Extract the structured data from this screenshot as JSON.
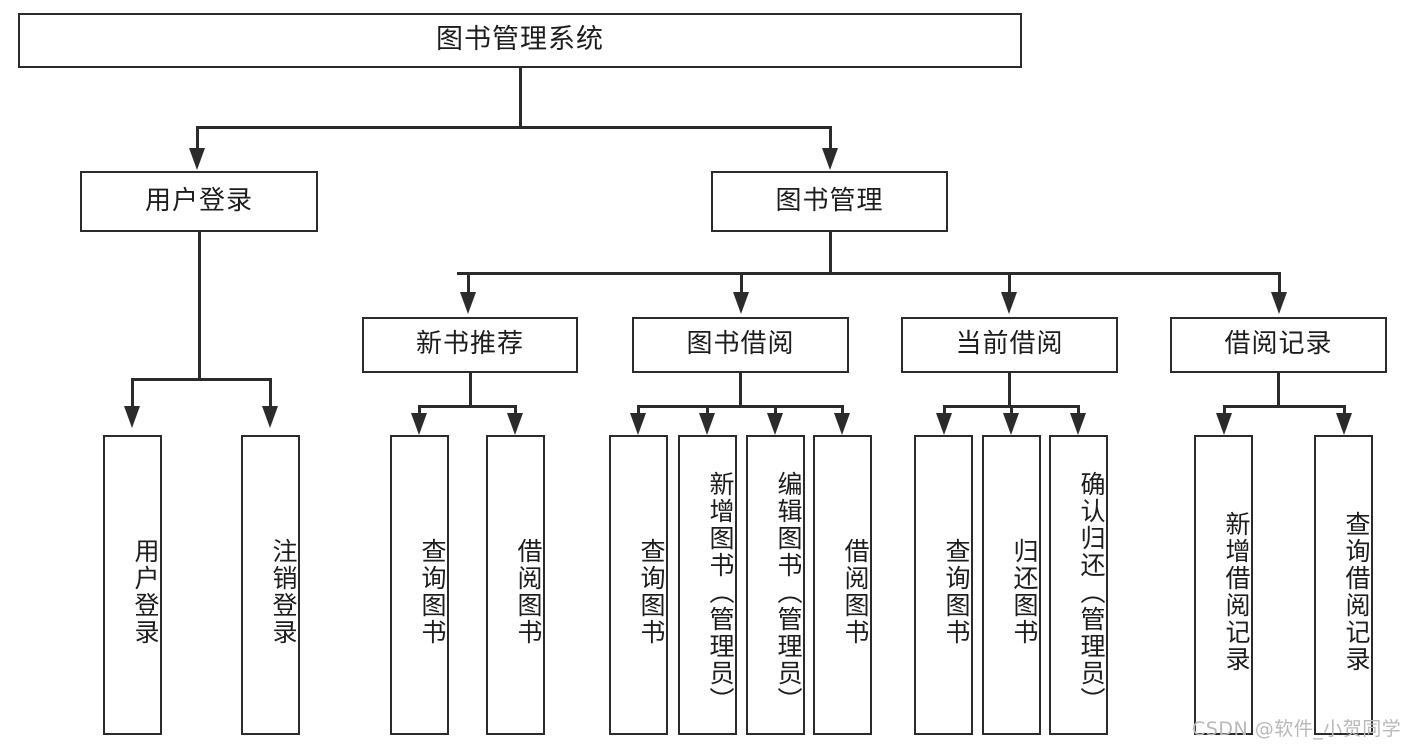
{
  "diagram": {
    "title": "图书管理系统",
    "type": "tree-hierarchy-diagram",
    "colors": {
      "stroke": "#2b2b2b",
      "fill": "#ffffff",
      "text": "#1d1d1d",
      "watermark": "#b9b9b9"
    },
    "root": {
      "label": "图书管理系统"
    },
    "level2": [
      {
        "label": "用户登录"
      },
      {
        "label": "图书管理"
      }
    ],
    "level3": [
      {
        "label": "新书推荐"
      },
      {
        "label": "图书借阅"
      },
      {
        "label": "当前借阅"
      },
      {
        "label": "借阅记录"
      }
    ],
    "leaves": {
      "user_login": [
        {
          "label": "用户登录"
        },
        {
          "label": "注销登录"
        }
      ],
      "new_book_recommend": [
        {
          "label": "查询图书"
        },
        {
          "label": "借阅图书"
        }
      ],
      "book_borrow": [
        {
          "label": "查询图书"
        },
        {
          "label": "新增图书（管理员）"
        },
        {
          "label": "编辑图书（管理员）"
        },
        {
          "label": "借阅图书"
        }
      ],
      "current_borrow": [
        {
          "label": "查询图书"
        },
        {
          "label": "归还图书"
        },
        {
          "label": "确认归还（管理员）"
        }
      ],
      "borrow_record": [
        {
          "label": "新增借阅记录"
        },
        {
          "label": "查询借阅记录"
        }
      ]
    }
  },
  "watermark": {
    "text": "CSDN @软件_小贺同学"
  }
}
